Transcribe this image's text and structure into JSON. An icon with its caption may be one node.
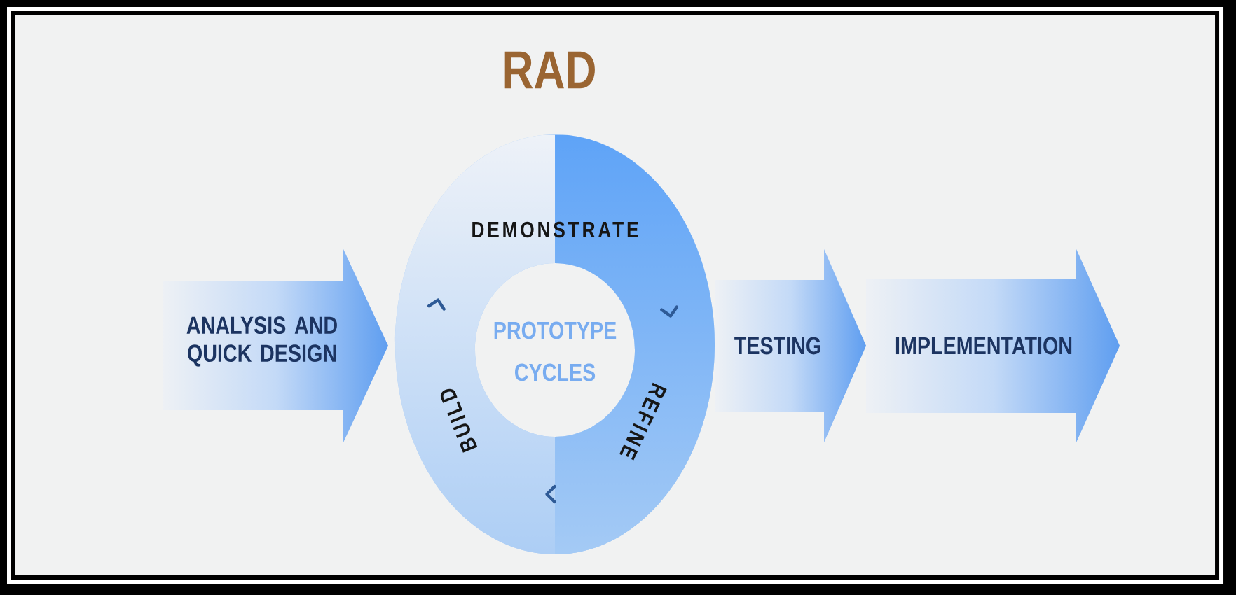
{
  "diagram": {
    "title": "RAD",
    "nodes": [
      {
        "text": [
          "ANALYSIS AND QUICK DESIGN"
        ]
      },
      {
        "text": [
          "DEMONSTRATE",
          "PROTOTYPE CYCLES",
          "REFINE",
          "BUILD"
        ]
      },
      {
        "text": [
          "TESTING"
        ]
      },
      {
        "text": [
          "IMPLEMENTATION"
        ]
      }
    ]
  }
}
